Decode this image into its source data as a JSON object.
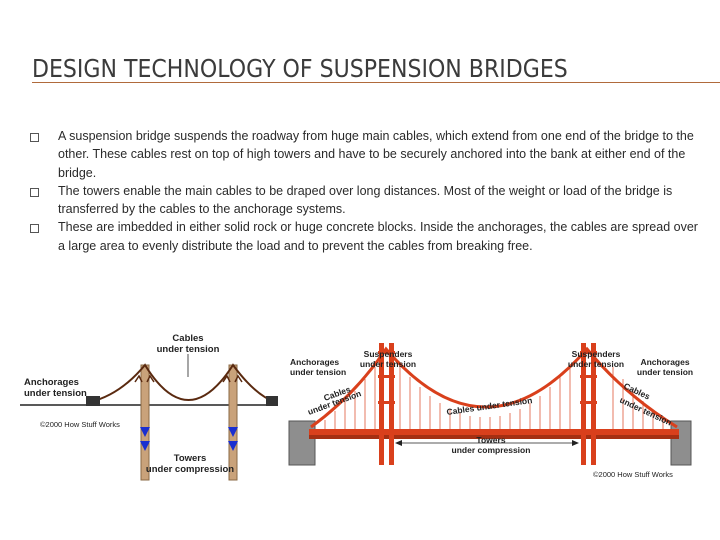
{
  "slide": {
    "title": "DESIGN TECHNOLOGY OF SUSPENSION BRIDGES",
    "bullets": [
      "A suspension bridge suspends the roadway from huge main cables, which extend from one end of the bridge to the other. These cables rest on top of high towers and have to be securely anchored into the bank at either end of the bridge.",
      "The towers enable the main cables to be draped over long distances. Most of the weight or load of the bridge is transferred by the cables to the anchorage systems.",
      "These are imbedded in either solid rock or huge concrete blocks. Inside the anchorages, the cables are spread over a large area to evenly distribute the load and to prevent the cables from breaking free."
    ]
  },
  "diagram_left": {
    "cables_label": [
      "Cables",
      "under tension"
    ],
    "anchorages_label": [
      "Anchorages",
      "under tension"
    ],
    "towers_label": [
      "Towers",
      "under compression"
    ],
    "copyright": "©2000 How Stuff Works"
  },
  "diagram_right": {
    "anchorages_left": [
      "Anchorages",
      "under tension"
    ],
    "suspenders_left": [
      "Suspenders",
      "under tension"
    ],
    "suspenders_right": [
      "Suspenders",
      "under tension"
    ],
    "anchorages_right": [
      "Anchorages",
      "under tension"
    ],
    "cables_left": [
      "Cables",
      "under tension"
    ],
    "cables_mid": "Cables under tension",
    "cables_right": [
      "Cables",
      "under tension"
    ],
    "towers_label": [
      "Towers",
      "under compression"
    ],
    "copyright": "©2000 How Stuff Works"
  },
  "colors": {
    "bridge_red": "#d9401c",
    "rule": "#b06a3b",
    "arrow_blue": "#1a2fd0"
  }
}
